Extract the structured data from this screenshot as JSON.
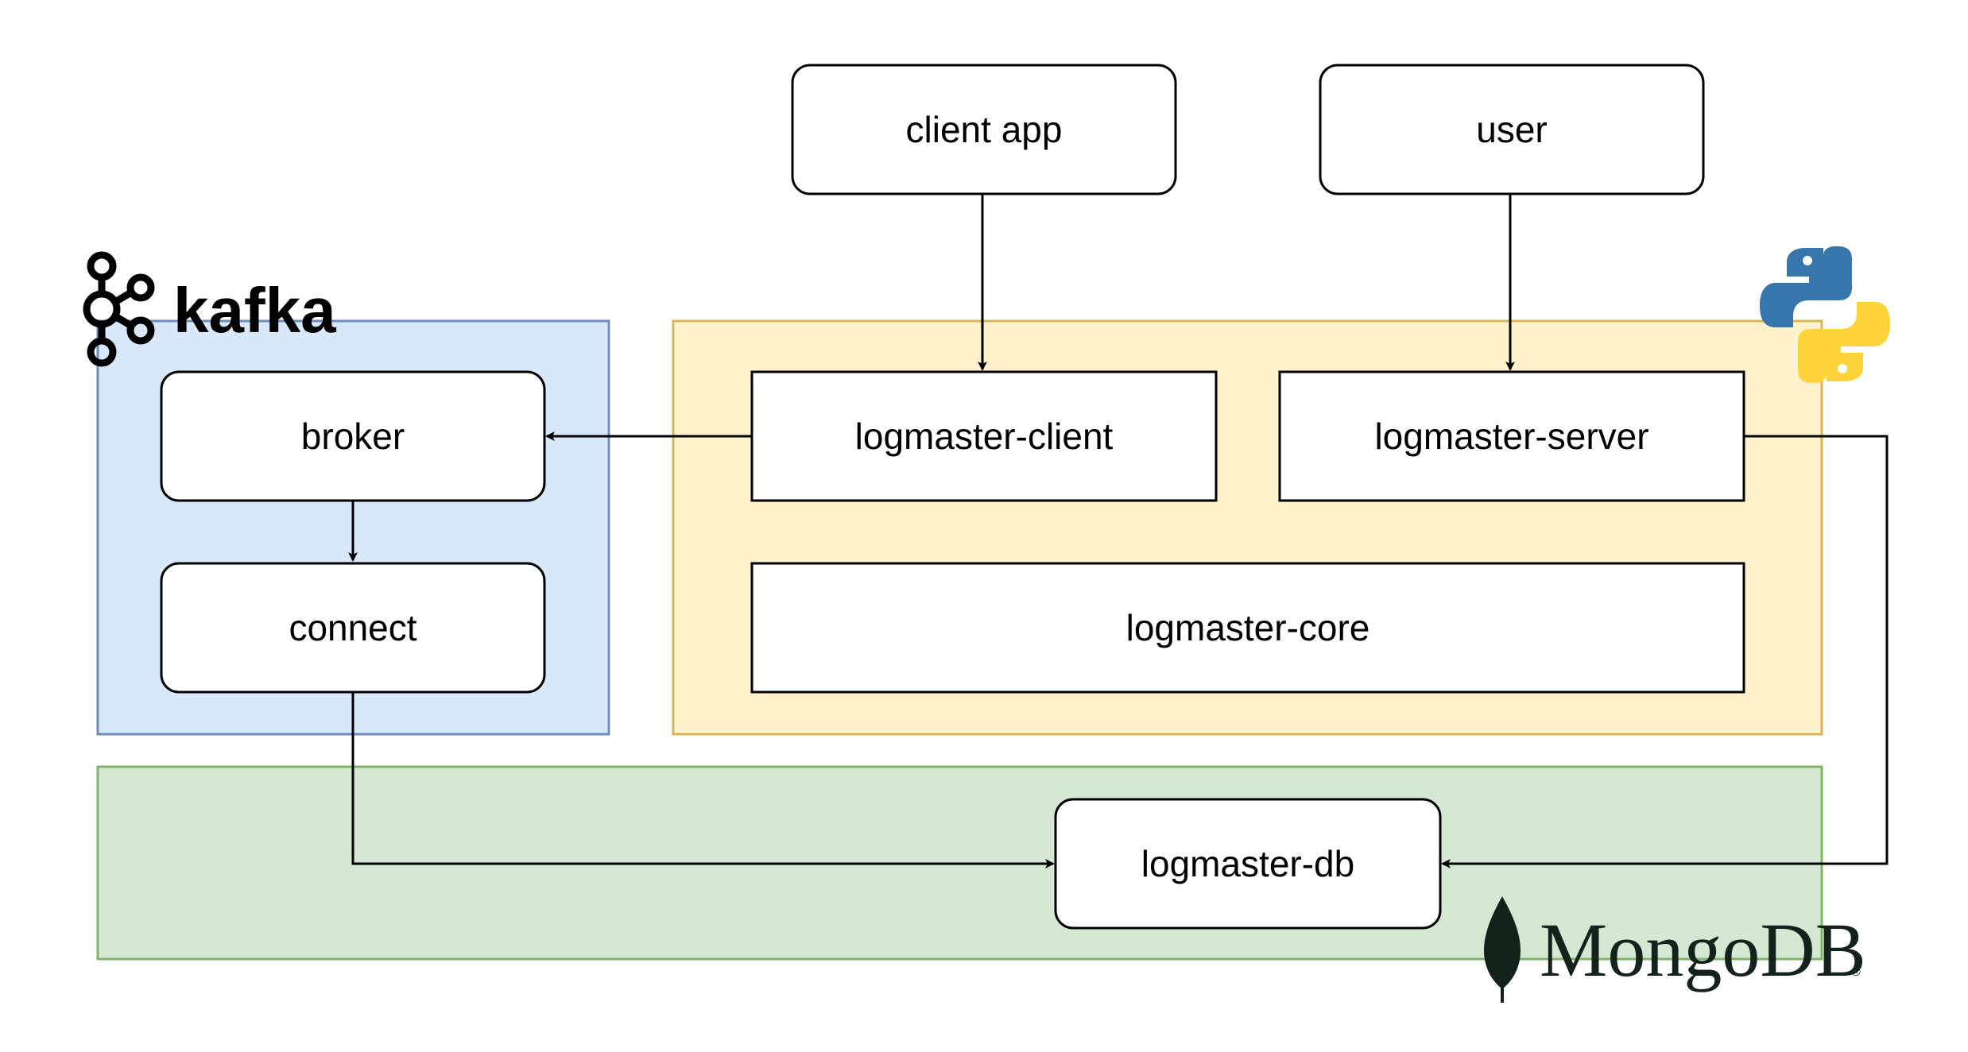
{
  "groups": {
    "kafka": {
      "fill": "#dae8fc",
      "stroke": "#6c8ebf"
    },
    "python": {
      "fill": "#fff2cc",
      "stroke": "#d6b656"
    },
    "mongodb": {
      "fill": "#d5e8d4",
      "stroke": "#82b366"
    }
  },
  "nodes": {
    "client_app": "client app",
    "user": "user",
    "broker": "broker",
    "connect": "connect",
    "logmaster_client": "logmaster-client",
    "logmaster_server": "logmaster-server",
    "logmaster_core": "logmaster-core",
    "logmaster_db": "logmaster-db"
  },
  "logos": {
    "kafka": {
      "text": "kafka",
      "icon": "kafka-logo-icon"
    },
    "python": {
      "icon": "python-logo-icon",
      "colors": [
        "#3776ab",
        "#ffd43b"
      ]
    },
    "mongodb": {
      "text": "MongoDB",
      "mark": "®",
      "icon": "mongodb-leaf-icon",
      "color": "#13231c"
    }
  },
  "edges": [
    {
      "from": "client app",
      "to": "logmaster-client"
    },
    {
      "from": "user",
      "to": "logmaster-server"
    },
    {
      "from": "logmaster-client",
      "to": "broker"
    },
    {
      "from": "broker",
      "to": "connect"
    },
    {
      "from": "connect",
      "to": "logmaster-db"
    },
    {
      "from": "logmaster-server",
      "to": "logmaster-db"
    }
  ]
}
